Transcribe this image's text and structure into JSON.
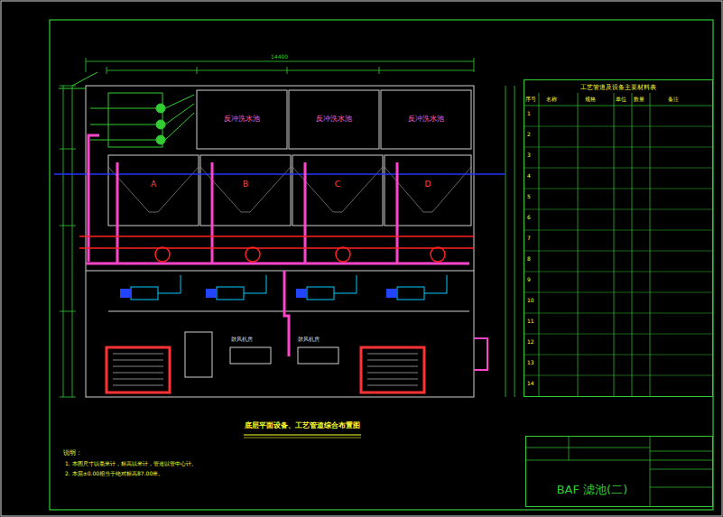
{
  "diagram": {
    "title": "底层平面设备、工艺管道综合布置图",
    "nodes": [
      {
        "text": [
          "反冲洗水池"
        ]
      },
      {
        "text": [
          "反冲洗水池"
        ]
      },
      {
        "text": [
          "反冲洗水池"
        ]
      },
      {
        "text": [
          "A"
        ]
      },
      {
        "text": [
          "B"
        ]
      },
      {
        "text": [
          "C"
        ]
      },
      {
        "text": [
          "D"
        ]
      },
      {
        "text": [
          "工艺管道及设备主要材料表"
        ]
      },
      {
        "text": [
          "BAF 滤池(二)"
        ]
      }
    ],
    "labels": [
      "说明：",
      "1. 本图尺寸以毫米计，标高以米计，管道以管中心计。",
      "2. 本层±0.00相当于绝对标高87.00米。",
      "14400",
      "序号",
      "名称",
      "规格",
      "单位",
      "数量",
      "备注",
      "1",
      "2",
      "3",
      "4",
      "5",
      "6",
      "7",
      "8",
      "9",
      "10",
      "11",
      "12",
      "13",
      "14",
      "鼓风机房",
      "鼓风机房"
    ]
  }
}
